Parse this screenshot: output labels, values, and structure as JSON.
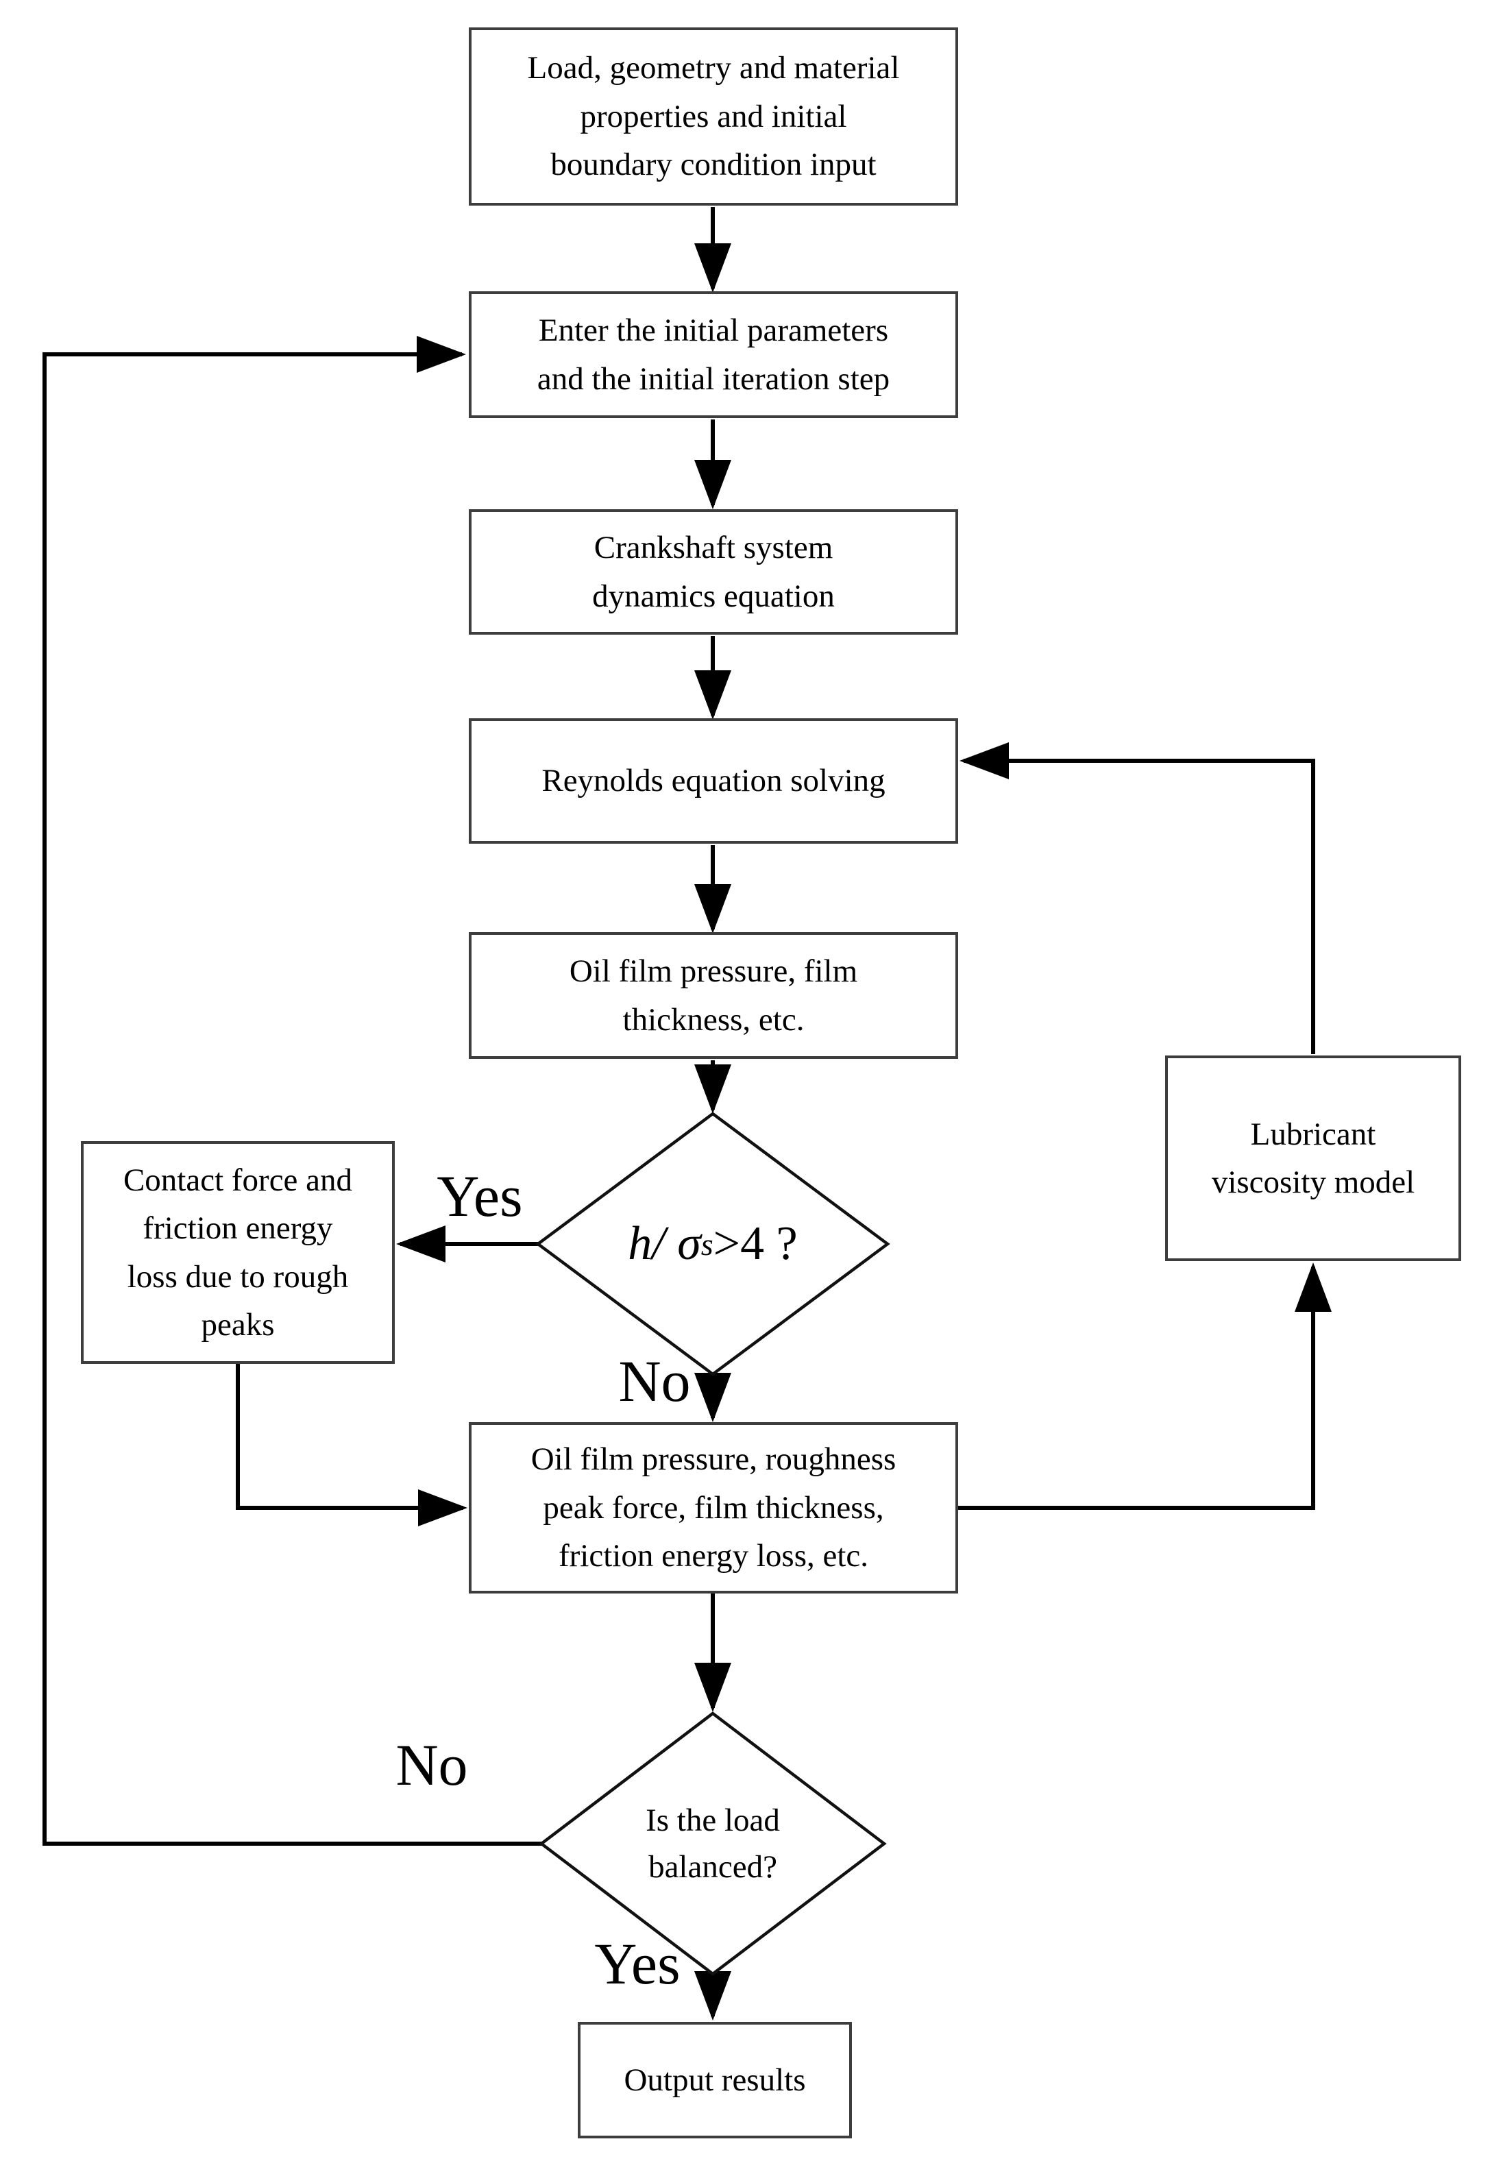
{
  "nodes": {
    "load_input": {
      "text": "Load, geometry and material\nproperties and initial\nboundary condition input"
    },
    "enter_params": {
      "text": "Enter the initial parameters\nand the initial iteration step"
    },
    "crankshaft": {
      "text": "Crankshaft system\ndynamics equation"
    },
    "reynolds": {
      "text": "Reynolds equation solving"
    },
    "oil_film_results": {
      "text": "Oil film pressure, film\nthickness, etc."
    },
    "contact_force": {
      "text": "Contact force and\nfriction energy\nloss due to rough\npeaks"
    },
    "lubricant_viscosity": {
      "text": "Lubricant\nviscosity model"
    },
    "decision_film_ratio": {
      "formula_pre": "h/ σ",
      "formula_sub": "s",
      "formula_post": ">4 ?"
    },
    "mixed_results": {
      "text": "Oil film pressure, roughness\npeak force, film thickness,\nfriction energy loss, etc."
    },
    "decision_load": {
      "text": "Is the load\nbalanced?"
    },
    "output_results": {
      "text": "Output results"
    }
  },
  "edge_labels": {
    "film_ratio_yes": "Yes",
    "film_ratio_no": "No",
    "load_no": "No",
    "load_yes": "Yes"
  },
  "colors": {
    "background": "#ffffff",
    "box_border": "#3d3d3d",
    "diamond_border": "#111111",
    "connector": "#000000",
    "text": "#000000"
  }
}
